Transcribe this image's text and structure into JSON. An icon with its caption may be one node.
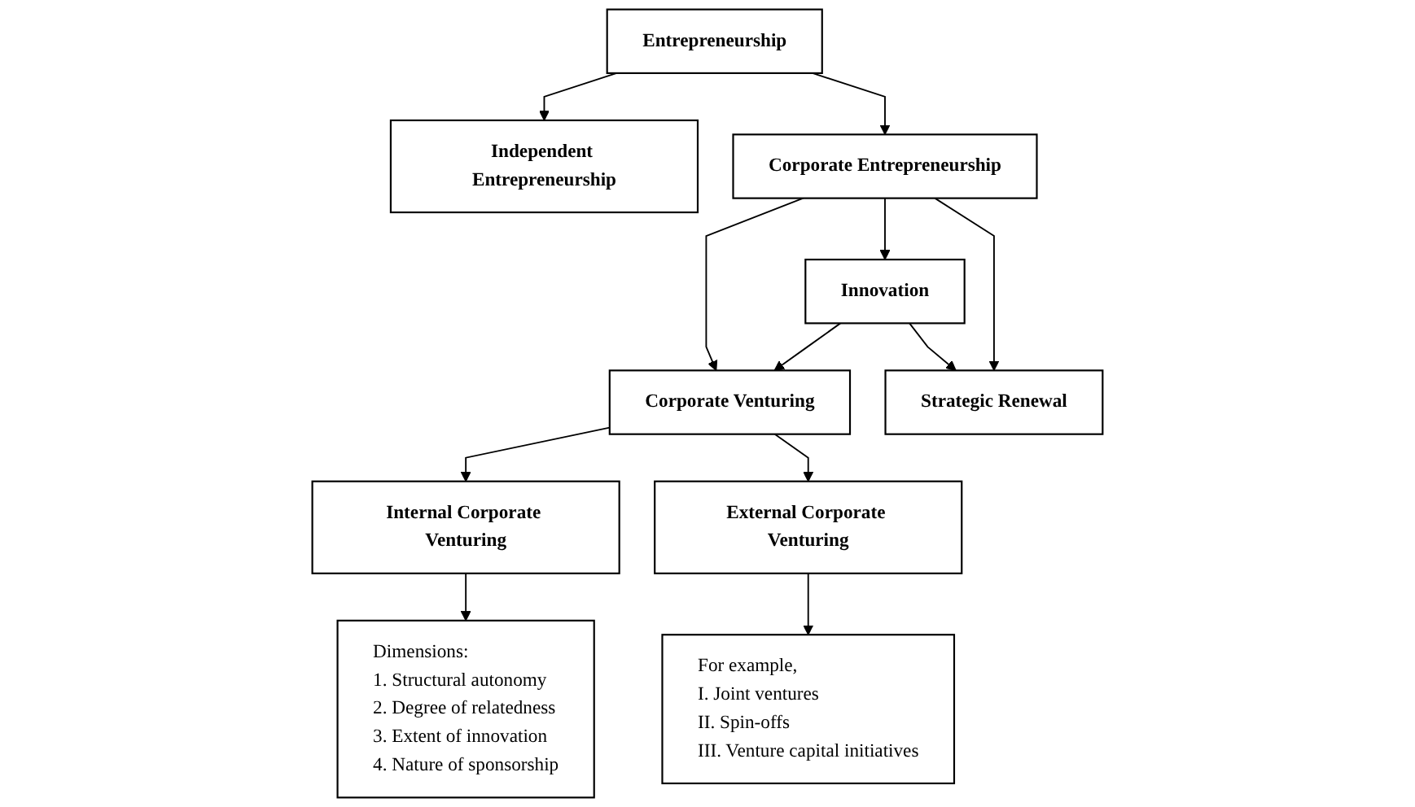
{
  "diagram": {
    "nodes": [
      {
        "text": [
          "Entrepreneurship"
        ]
      },
      {
        "text": [
          "Independent Entrepreneurship"
        ]
      },
      {
        "text": [
          "Corporate Entrepreneurship"
        ]
      },
      {
        "text": [
          "Corporate Venturing"
        ]
      },
      {
        "text": [
          "Innovation"
        ]
      },
      {
        "text": [
          "Strategic Renewal"
        ]
      },
      {
        "text": [
          "Internal Corporate Venturing"
        ]
      },
      {
        "text": [
          "External Corporate Venturing"
        ]
      },
      {
        "text": [
          "Dimensions:",
          "1. Structural autonomy",
          "2. Degree of relatedness",
          "3. Extent of innovation",
          "4. Nature of sponsorship"
        ]
      },
      {
        "text": [
          "For example,",
          "I. Joint ventures",
          "II. Spin-offs",
          "III. Venture capital initiatives"
        ]
      }
    ],
    "edges": [
      {
        "from": 0,
        "to": 1,
        "arrow": "to"
      },
      {
        "from": 0,
        "to": 2,
        "arrow": "to"
      },
      {
        "from": 2,
        "to": 3,
        "arrow": "to"
      },
      {
        "from": 2,
        "to": 4,
        "arrow": "to"
      },
      {
        "from": 2,
        "to": 5,
        "arrow": "to"
      },
      {
        "from": 4,
        "to": 3,
        "arrow": "to"
      },
      {
        "from": 4,
        "to": 5,
        "arrow": "to"
      },
      {
        "from": 3,
        "to": 6,
        "arrow": "to"
      },
      {
        "from": 3,
        "to": 7,
        "arrow": "to"
      },
      {
        "from": 6,
        "to": 8,
        "arrow": "to"
      },
      {
        "from": 7,
        "to": 9,
        "arrow": "to"
      }
    ]
  }
}
